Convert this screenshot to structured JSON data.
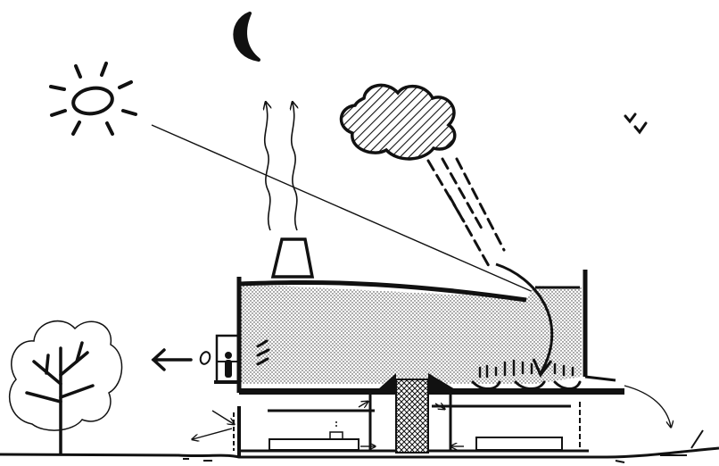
{
  "diagram": {
    "description_text": "",
    "colors": {
      "ink": "#111111",
      "paper": "#ffffff",
      "dots": "#222222"
    },
    "elements": [
      "sun-icon",
      "moon-icon",
      "cloud-icon",
      "rain-streaks",
      "birds-icon",
      "heat-waves",
      "chimney",
      "sun-ray",
      "house-section",
      "tree-icon",
      "person-icon",
      "ground-line"
    ]
  }
}
